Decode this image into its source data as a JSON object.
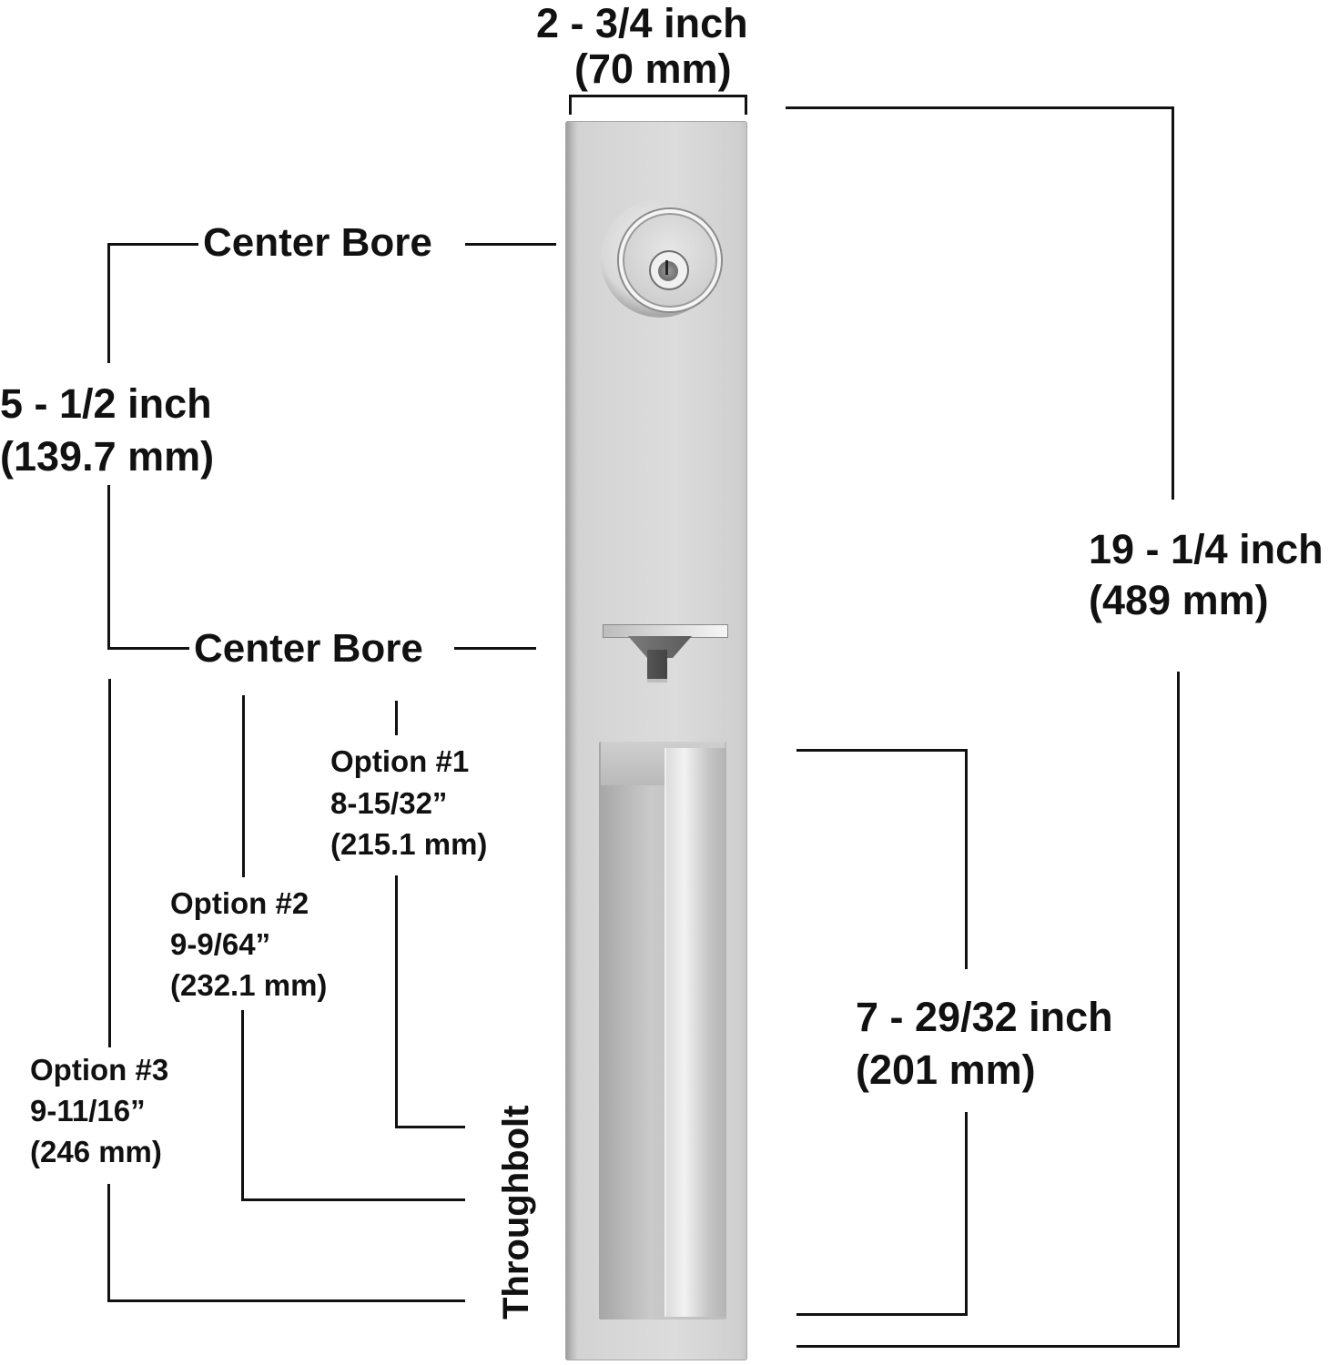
{
  "diagram": {
    "subject": "Entry door handle set with deadbolt",
    "colors": {
      "text": "#111111",
      "plate": "#d5d5d5",
      "background": "#ffffff"
    },
    "top_width": {
      "inch": "2 - 3/4 inch",
      "mm": "(70 mm)"
    },
    "total_height": {
      "inch": "19 - 1/4 inch",
      "mm": "(489 mm)"
    },
    "bore_spacing": {
      "inch": "5 - 1/2 inch",
      "mm": "(139.7 mm)"
    },
    "handle_length": {
      "inch": "7 - 29/32  inch",
      "mm": "(201 mm)"
    },
    "center_bore_upper": "Center Bore",
    "center_bore_lower": "Center Bore",
    "throughbolt_label": "Throughbolt",
    "options": [
      {
        "title": "Option #1",
        "inch": "8-15/32”",
        "mm": "(215.1 mm)"
      },
      {
        "title": "Option #2",
        "inch": "9-9/64”",
        "mm": "(232.1 mm)"
      },
      {
        "title": "Option #3",
        "inch": "9-11/16”",
        "mm": "(246 mm)"
      }
    ]
  }
}
